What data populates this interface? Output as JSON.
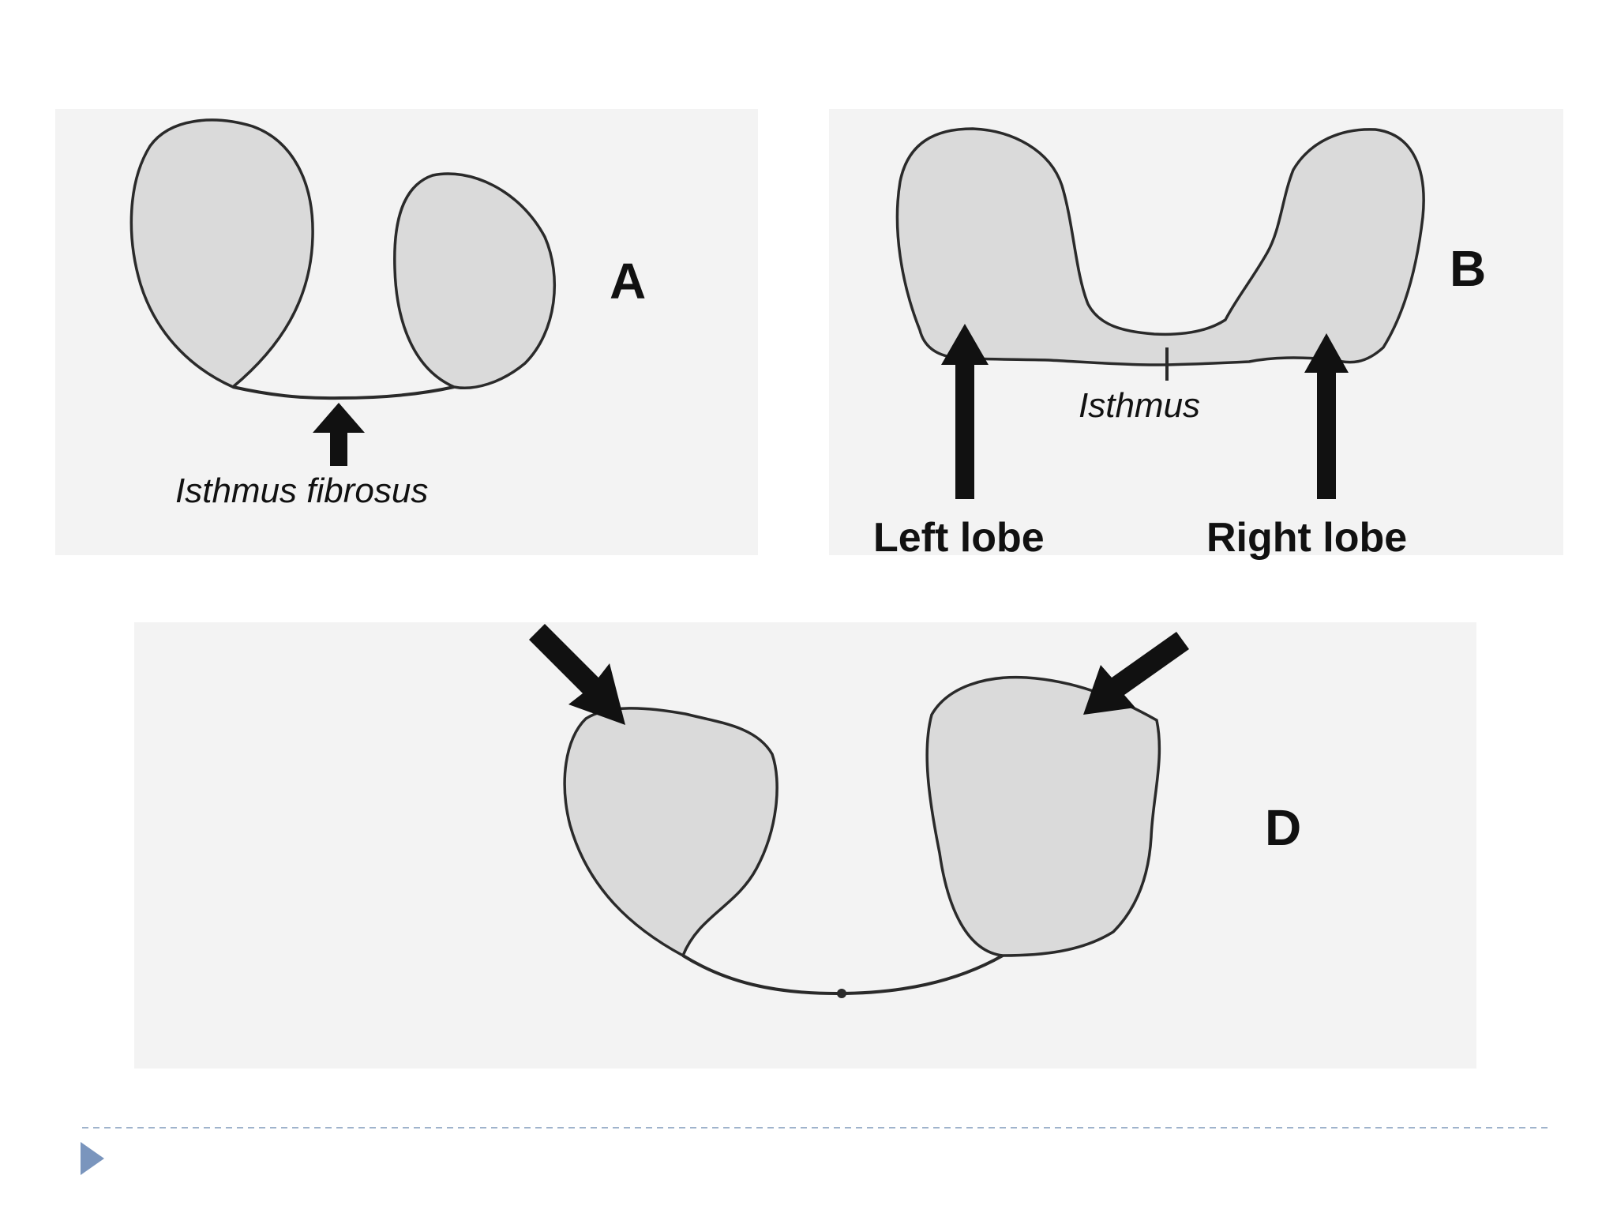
{
  "panels": {
    "a": {
      "letter": "A",
      "label": "Isthmus fibrosus"
    },
    "b": {
      "letter": "B",
      "isthmus_label": "Isthmus",
      "left_label": "Left lobe",
      "right_label": "Right lobe"
    },
    "d": {
      "letter": "D"
    }
  },
  "icons": {
    "bullet": "triangle-bullet-icon"
  },
  "colors": {
    "bullet": "#7a95bd",
    "divider": "#9fb3cc"
  }
}
